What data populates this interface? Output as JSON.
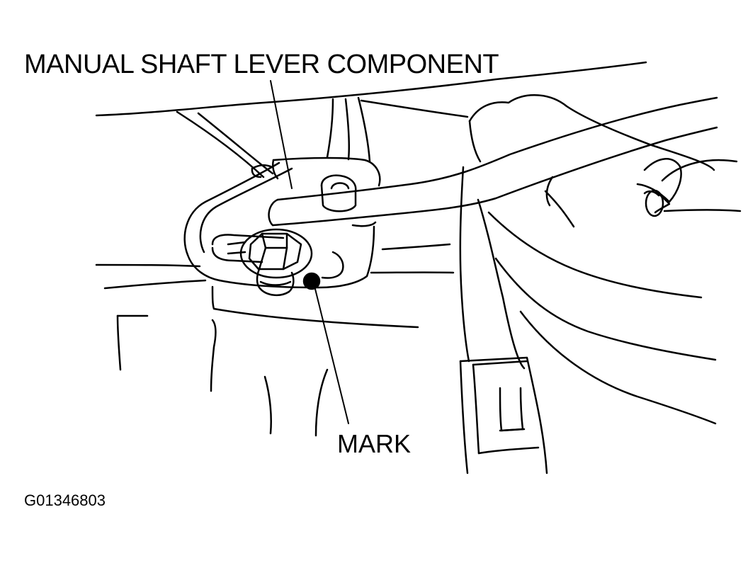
{
  "diagram": {
    "labels": {
      "component": "MANUAL SHAFT LEVER COMPONENT",
      "mark": "MARK"
    },
    "figure_id": "G01346803",
    "colors": {
      "ink": "#000000",
      "paper": "#ffffff"
    }
  }
}
